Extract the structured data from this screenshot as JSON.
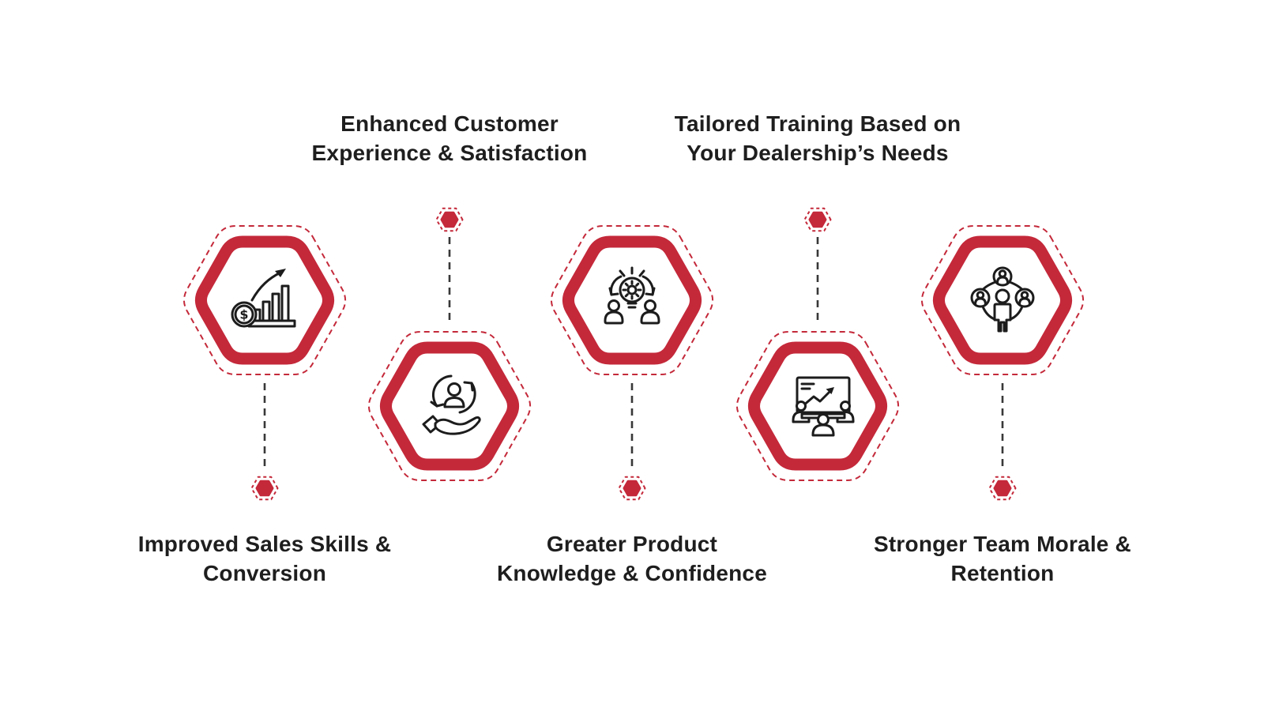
{
  "diagram_name": "dealership-training-benefits",
  "colors": {
    "accent_red": "#C4293A",
    "line_gray": "#383838",
    "ink": "#1E1E1E",
    "icon_ink": "#1C1C1C",
    "background": "#FFFFFF"
  },
  "icons": {
    "coin_symbol": "$"
  },
  "items": [
    {
      "label": "Improved Sales Skills &\nConversion",
      "icon": "sales-growth-icon",
      "row": "top",
      "label_position": "below"
    },
    {
      "label": "Enhanced Customer\nExperience & Satisfaction",
      "icon": "customer-care-icon",
      "row": "bottom",
      "label_position": "above"
    },
    {
      "label": "Greater Product\nKnowledge & Confidence",
      "icon": "shared-idea-icon",
      "row": "top",
      "label_position": "below"
    },
    {
      "label": "Tailored Training Based on\nYour Dealership’s Needs",
      "icon": "team-training-icon",
      "row": "bottom",
      "label_position": "above"
    },
    {
      "label": "Stronger Team Morale &\nRetention",
      "icon": "team-structure-icon",
      "row": "top",
      "label_position": "below"
    }
  ]
}
